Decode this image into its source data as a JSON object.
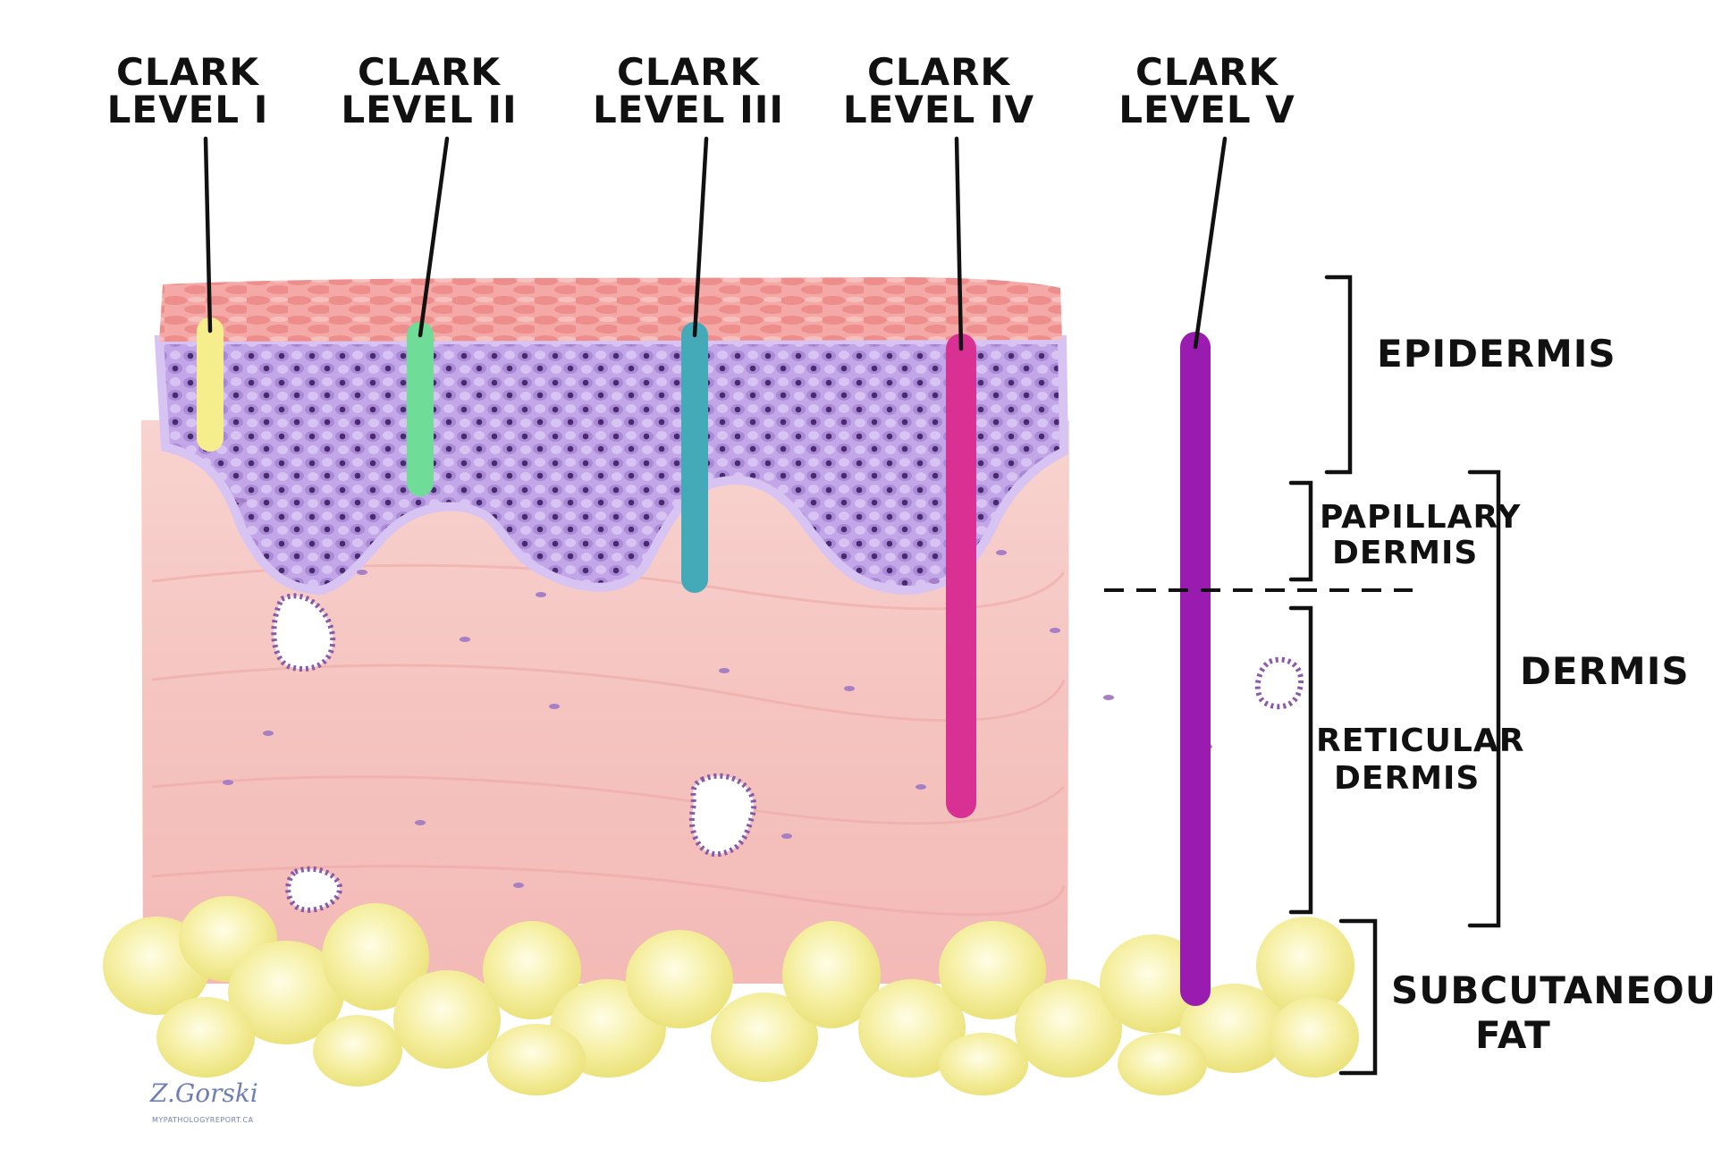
{
  "clark_levels": [
    {
      "line1": "CLARK",
      "line2": "LEVEL I",
      "color": "#f6ee8c"
    },
    {
      "line1": "CLARK",
      "line2": "LEVEL II",
      "color": "#6fdc98"
    },
    {
      "line1": "CLARK",
      "line2": "LEVEL III",
      "color": "#44aab8"
    },
    {
      "line1": "CLARK",
      "line2": "LEVEL IV",
      "color": "#d93093"
    },
    {
      "line1": "CLARK",
      "line2": "LEVEL V",
      "color": "#9a1bb0"
    }
  ],
  "layers": {
    "epidermis": "EPIDERMIS",
    "papillary_line1": "PAPILLARY",
    "papillary_line2": "DERMIS",
    "dermis": "DERMIS",
    "reticular_line1": "RETICULAR",
    "reticular_line2": "DERMIS",
    "fat_line1": "SUBCUTANEOUS",
    "fat_line2": "FAT"
  },
  "signature": {
    "name": "Z.Gorski",
    "site": "MYPATHOLOGYREPORT.CA"
  },
  "colors": {
    "stratum_corneum": "#f4a3a3",
    "epidermis_cells": "#b99ae0",
    "nuclei": "#4a2a6e",
    "dermis": "#f6c9c6",
    "fat": "#f4ef9e",
    "ink": "#111111"
  }
}
